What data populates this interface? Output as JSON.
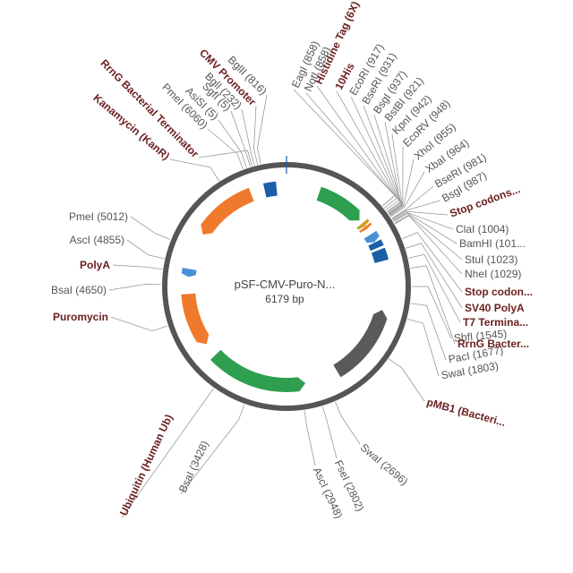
{
  "plasmid": {
    "name": "pSF-CMV-Puro-N...",
    "size_label": "6179 bp",
    "length": 6179
  },
  "colors": {
    "backbone": "#555555",
    "green": "#2e9e4f",
    "orange": "#f07a2c",
    "dark_blue": "#1a5ea8",
    "light_blue": "#4a90d9",
    "gray": "#5a5a5a",
    "yellow": "#c9a227",
    "feature_text": "#6b1f1f",
    "site_text": "#555555"
  },
  "features": [
    {
      "id": "cmv",
      "color": "green",
      "start": 330,
      "end": 820,
      "dir": 1
    },
    {
      "id": "tag-yellow",
      "color": "yellow",
      "start": 860,
      "end": 900,
      "dir": 1
    },
    {
      "id": "tag-orange",
      "color": "orange",
      "start": 905,
      "end": 935,
      "dir": 1
    },
    {
      "id": "light-blue-1",
      "color": "light_blue",
      "start": 1000,
      "end": 1085,
      "dir": 1
    },
    {
      "id": "dark-blue-1",
      "color": "dark_blue",
      "start": 1090,
      "end": 1150,
      "dir": 0
    },
    {
      "id": "dark-blue-2",
      "color": "dark_blue",
      "start": 1175,
      "end": 1290,
      "dir": 0
    },
    {
      "id": "pmb1",
      "color": "gray",
      "start": 1780,
      "end": 2560,
      "dir": -1
    },
    {
      "id": "ubiquitin",
      "color": "green",
      "start": 2900,
      "end": 3880,
      "dir": -1
    },
    {
      "id": "puromycin",
      "color": "orange",
      "start": 4020,
      "end": 4560,
      "dir": -1
    },
    {
      "id": "polya",
      "color": "light_blue",
      "start": 4730,
      "end": 4810,
      "dir": -1
    },
    {
      "id": "kanr",
      "color": "orange",
      "start": 5180,
      "end": 5820,
      "dir": -1
    },
    {
      "id": "rrng-left",
      "color": "dark_blue",
      "start": 5960,
      "end": 6080,
      "dir": 0
    }
  ],
  "labels": [
    {
      "text": "BglII (816)",
      "kind": "site",
      "pos": 5975
    },
    {
      "text": "CMV Promoter",
      "kind": "feature",
      "pos": 5950
    },
    {
      "text": "BglI (232)",
      "kind": "site",
      "pos": 5925
    },
    {
      "text": "RrnG Bacterial Terminator",
      "kind": "feature",
      "pos": 5905
    },
    {
      "text": "SgfI (5)",
      "kind": "site",
      "pos": 5890
    },
    {
      "text": "AsiSI (5)",
      "kind": "site",
      "pos": 5860
    },
    {
      "text": "PmeI (6060)",
      "kind": "site",
      "pos": 5830
    },
    {
      "text": "Kanamycin (KanR)",
      "kind": "feature",
      "pos": 5620
    },
    {
      "text": "PmeI (5012)",
      "kind": "site",
      "pos": 5012
    },
    {
      "text": "AscI (4855)",
      "kind": "site",
      "pos": 4855
    },
    {
      "text": "PolyA",
      "kind": "feature",
      "pos": 4770
    },
    {
      "text": "BsaI (4650)",
      "kind": "site",
      "pos": 4650
    },
    {
      "text": "Puromycin",
      "kind": "feature",
      "pos": 4320
    },
    {
      "text": "Ubiquitin (Human Ub)",
      "kind": "feature",
      "pos": 3700
    },
    {
      "text": "BsaI (3428)",
      "kind": "site",
      "pos": 3428
    },
    {
      "text": "AscI (2948)",
      "kind": "site",
      "pos": 2948
    },
    {
      "text": "FseI (2802)",
      "kind": "site",
      "pos": 2802
    },
    {
      "text": "SwaI (2696)",
      "kind": "site",
      "pos": 2696
    },
    {
      "text": "pMB1 (Bacteri...",
      "kind": "feature",
      "pos": 2150
    },
    {
      "text": "SwaI (1803)",
      "kind": "site",
      "pos": 1803
    },
    {
      "text": "PacI (1677)",
      "kind": "site",
      "pos": 1677
    },
    {
      "text": "SbfI (1545)",
      "kind": "site",
      "pos": 1545
    },
    {
      "text": "RrnG Bacter...",
      "kind": "feature",
      "pos": 1400
    },
    {
      "text": "T7 Termina...",
      "kind": "feature",
      "pos": 1320
    },
    {
      "text": "SV40 PolyA",
      "kind": "feature",
      "pos": 1240
    },
    {
      "text": "Stop codon...",
      "kind": "feature",
      "pos": 1160
    },
    {
      "text": "NheI (1029)",
      "kind": "site",
      "pos": 1029
    },
    {
      "text": "StuI (1023)",
      "kind": "site",
      "pos": 1023
    },
    {
      "text": "BamHI (101...",
      "kind": "site",
      "pos": 1010
    },
    {
      "text": "ClaI (1004)",
      "kind": "site",
      "pos": 1004
    },
    {
      "text": "Stop codons...",
      "kind": "feature",
      "pos": 995
    },
    {
      "text": "BsgI (987)",
      "kind": "site",
      "pos": 987
    },
    {
      "text": "BseRI (981)",
      "kind": "site",
      "pos": 981
    },
    {
      "text": "XbaI (964)",
      "kind": "site",
      "pos": 964
    },
    {
      "text": "XhoI (955)",
      "kind": "site",
      "pos": 955
    },
    {
      "text": "EcoRV (948)",
      "kind": "site",
      "pos": 948
    },
    {
      "text": "KpnI (942)",
      "kind": "site",
      "pos": 942
    },
    {
      "text": "BstBI (921)",
      "kind": "site",
      "pos": 921
    },
    {
      "text": "BsgI (937)",
      "kind": "site",
      "pos": 937
    },
    {
      "text": "BseRI (931)",
      "kind": "site",
      "pos": 931
    },
    {
      "text": "EcoRI (917)",
      "kind": "site",
      "pos": 917
    },
    {
      "text": "10His",
      "kind": "feature",
      "pos": 900
    },
    {
      "text": "Histidine Tag (6X)",
      "kind": "feature",
      "pos": 880
    },
    {
      "text": "NotI (858)",
      "kind": "site",
      "pos": 858
    },
    {
      "text": "EagI (858)",
      "kind": "site",
      "pos": 858
    }
  ]
}
